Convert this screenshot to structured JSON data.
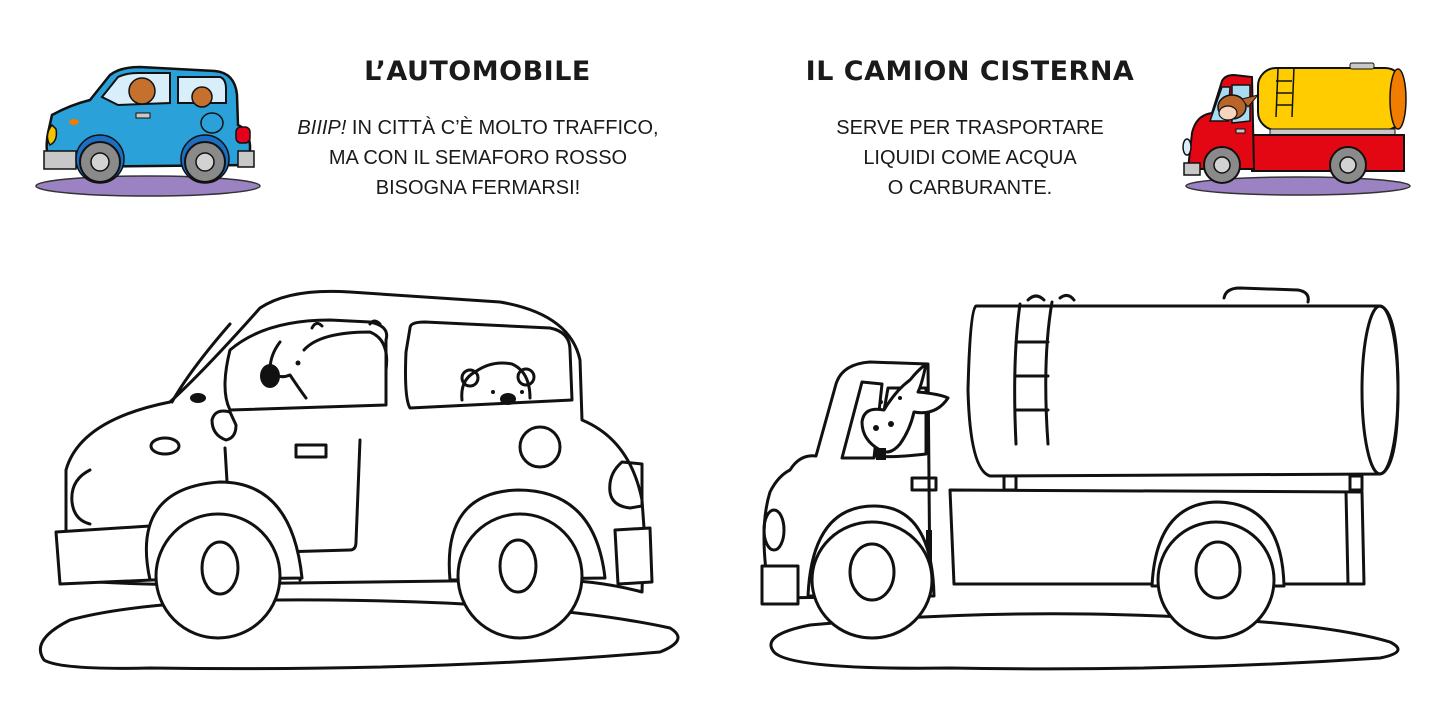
{
  "left_page": {
    "title": "L’AUTOMOBILE",
    "description": {
      "emphasis": "BIIIP!",
      "line1_rest": " IN CITTÀ C’È MOLTO TRAFFICO,",
      "line2": "MA CON IL SEMAFORO ROSSO",
      "line3": "BISOGNA FERMARSI!"
    },
    "thumbnail": {
      "subject": "blue car with two bears",
      "colors": {
        "body": "#2aa1d8",
        "wheel_arch": "#1b6fc2",
        "tire": "#8a8a8a",
        "hub": "#d2d2d2",
        "bumper": "#c8c8c8",
        "headlight": "#f5c400",
        "taillight": "#e4001b",
        "bear": "#c6702e",
        "window": "#d8eefa",
        "ground": "#9b82c2"
      }
    },
    "coloring_drawing": {
      "subject": "car outline with two bears"
    }
  },
  "right_page": {
    "title": "IL CAMION CISTERNA",
    "description": {
      "line1": "SERVE PER TRASPORTARE",
      "line2": "LIQUIDI COME ACQUA",
      "line3": "O CARBURANTE."
    },
    "thumbnail": {
      "subject": "red tanker truck with cow driver",
      "colors": {
        "cab": "#e30613",
        "tank": "#ffcc00",
        "tank_end": "#f07d00",
        "tire": "#8a8a8a",
        "hub": "#d2d2d2",
        "cow": "#b8642a",
        "window": "#a9dcf2",
        "ground": "#9b82c2"
      }
    },
    "coloring_drawing": {
      "subject": "tanker truck outline with cow driver"
    }
  }
}
